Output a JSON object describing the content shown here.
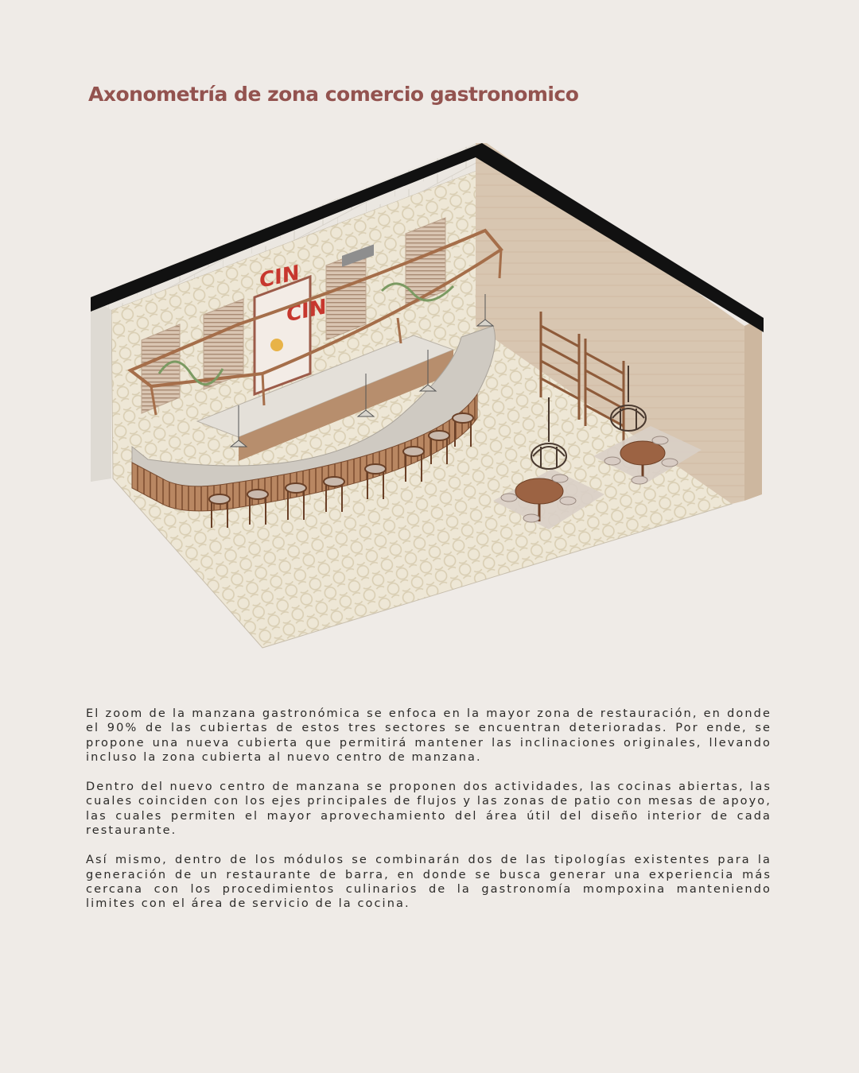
{
  "page": {
    "title": "Axonometría de zona comercio gastronomico",
    "sign_text_top": "CIN",
    "sign_text_bottom": "CIN",
    "paragraphs": [
      "El zoom de la manzana gastronómica se enfoca en la mayor zona de restauración, en donde el 90% de las cubiertas de estos tres sectores se encuentran deterioradas. Por ende, se propone una nueva cubierta que permitirá mantener las inclinaciones originales, llevando incluso la zona cubierta al nuevo centro de manzana.",
      "Dentro del nuevo centro de manzana se proponen dos actividades, las cocinas abiertas, las cuales coinciden con los ejes principales de flujos y las zonas de patio con mesas de apoyo, las cuales permiten el mayor aprovechamiento del área útil del diseño interior de cada restaurante.",
      "Así mismo, dentro de los módulos se combinarán dos de las tipologías existentes para la generación de un restaurante de barra, en donde se busca generar una experiencia más cercana con los procedimientos culinarios de la gastronomía mompoxina manteniendo limites con el área de servicio de la cocina."
    ]
  },
  "colors": {
    "background": "#efebe7",
    "title": "#93534f",
    "body_text": "#2b2a28",
    "wall_top": "#111111",
    "floor": "#ece5d3",
    "counter": "#cfcac2",
    "wood": "#a56e4a",
    "sign_red": "#c7372e"
  }
}
